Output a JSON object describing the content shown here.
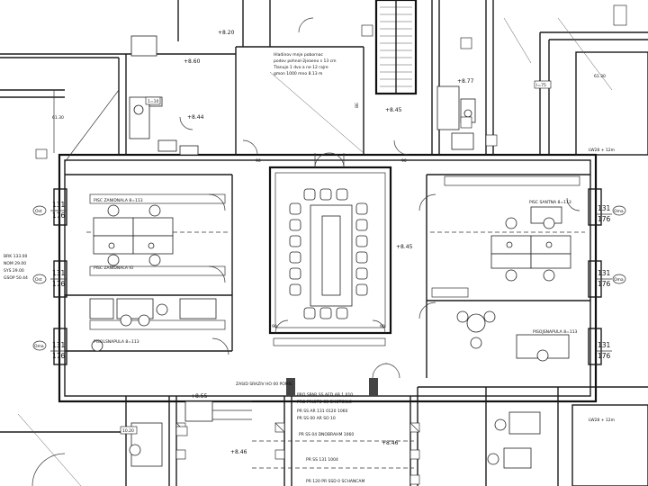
{
  "levels": {
    "top_left": "+8.60",
    "upper_left": "+8.44",
    "top_mid": "+8.20",
    "stair": "+8.77",
    "landing": "+8.45",
    "center": "+8.45",
    "bottom_left": "+8.55",
    "bottom_mid": "+8.46",
    "bottom_center": "+8.46"
  },
  "top_note": [
    "Hladinov mnje pobornac",
    "podov pohnol-2jeaeno s 13 cm",
    "Tlanuje 1 dvo a ne 12 rajre",
    "gmon 1000 mno 8.13 m"
  ],
  "room_labels": {
    "office_nw": "PISC ZANIDNALA 8=113",
    "office_w": "PISC ZANIDNALA IO",
    "office_sw": "PISOLSNAPULA 8=113",
    "office_ne": "PISC SANTNA 8=113",
    "office_e": "PISOJSNAPULA 8=113",
    "corridor_s": "ZASID SRAZIV HO 00 POMIE"
  },
  "window_tags": {
    "top": "131",
    "bottom": "176"
  },
  "door_tags": {
    "left": "90",
    "right": "90",
    "bottom_left": "90",
    "bottom_right": "90"
  },
  "section_marks": {
    "a": "Ost",
    "b": "Ost",
    "c": "Oma",
    "d": "Oma",
    "e": "Oma"
  },
  "legend_left": [
    "BRK 133.00",
    "NOM 29.00",
    "SYS 29.00",
    "GSOP 50.44"
  ],
  "stair_note": "BE",
  "south_notes": [
    "PRO SPAR SS AED AB 1 010",
    "PRO PRIOTO SS SMOTONIC",
    "PR SS AR 131 0120 1060",
    "PR SS 00 AR SO 10",
    "PR SS 04 DNOBRAHM 1060",
    "PR SS 131 1004",
    "PR 120 PR SSD 0 SCHANCAM"
  ],
  "small_tags": {
    "wc": "1=10",
    "room_left": "10.20",
    "room_right": "I=75",
    "ne_corner": "61.30",
    "se_corner": "LW28 + 12m",
    "ne_room": "LW28 + 12m",
    "nw_corner": "61.30"
  }
}
